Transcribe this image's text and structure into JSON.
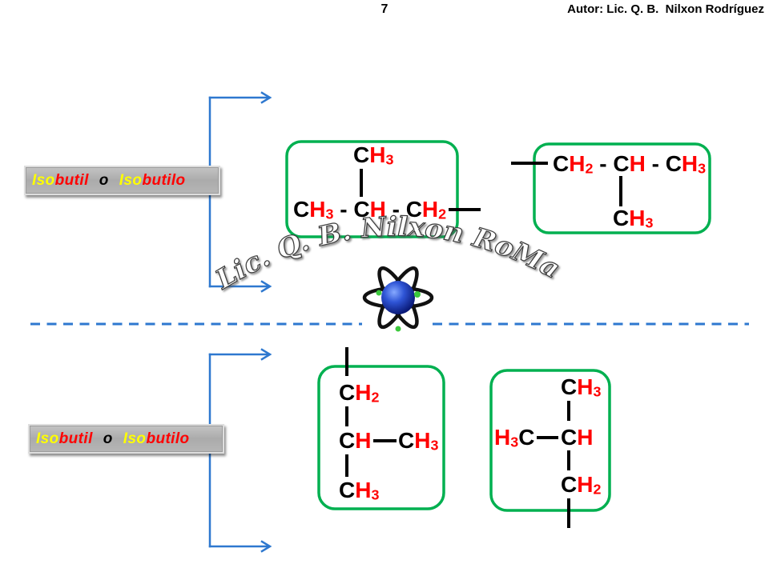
{
  "header": {
    "page_number": "7",
    "author": "Autor: Lic. Q. B.  Nilxon Rodríguez"
  },
  "labels": [
    {
      "prefix_1": "Iso",
      "stem_1": "butil",
      "conjunction": "o",
      "prefix_2": "Iso",
      "stem_2": "butilo"
    },
    {
      "prefix_1": "Iso",
      "stem_1": "butil",
      "conjunction": "o",
      "prefix_2": "Iso",
      "stem_2": "butilo"
    }
  ],
  "structures": {
    "top_left": {
      "branch": "CH3",
      "chain": "CH3 - CH - CH2"
    },
    "top_right": {
      "chain": "CH2 - CH - CH3",
      "branch": "CH3"
    },
    "bottom_left": {
      "top": "CH2",
      "middle": "CH",
      "branch": "CH3",
      "bottom": "CH3"
    },
    "bottom_right": {
      "top": "CH3",
      "branch": "H3C",
      "middle": "CH",
      "bottom": "CH2"
    }
  },
  "watermark": "Lic. Q. B. Nilxon RoMa",
  "icons": {
    "center": "atom-icon",
    "bracket_arrows": "arrow-right-icon"
  },
  "colors": {
    "carbon": "#000000",
    "hydrogen": "#ff0000",
    "box_border": "#00b050",
    "bracket": "#2e78cf",
    "bond": "#000000",
    "label_prefix": "#ffff00",
    "label_stem": "#ff0000",
    "label_conjunction": "#000000"
  }
}
